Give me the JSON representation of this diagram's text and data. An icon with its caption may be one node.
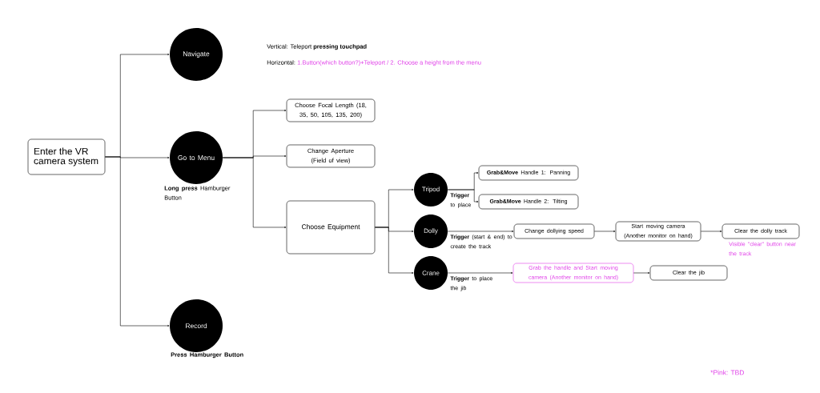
{
  "diagram": {
    "nodes": [
      {
        "text": [
          "Enter the VR camera system"
        ]
      },
      {
        "text": [
          "Navigate"
        ]
      },
      {
        "text": [
          "Go to Menu"
        ],
        "beside": [
          "**Long press** Hamburger Button"
        ]
      },
      {
        "text": [
          "Record"
        ],
        "beside": [
          "Press Hamburger Button"
        ]
      },
      {
        "text": [
          "Choose Focal Length (18, 35, 50, 105, 135, 200)"
        ]
      },
      {
        "text": [
          "Change Aperture (Field of view)"
        ]
      },
      {
        "text": [
          "Choose Equipment"
        ]
      },
      {
        "text": [
          "Tripod"
        ]
      },
      {
        "text": [
          "Dolly"
        ]
      },
      {
        "text": [
          "Crane"
        ]
      },
      {
        "text": [
          "**Grab&Move** Handle 1: Panning"
        ]
      },
      {
        "text": [
          "**Grab&Move** Handle 2: Tilting"
        ]
      },
      {
        "text": [
          "Change dollying speed"
        ]
      },
      {
        "text": [
          "Start moving camera (Another monitor on hand)"
        ]
      },
      {
        "text": [
          "Clear the dolly track"
        ],
        "beside": [
          "Visible \"clear\" button near the track"
        ]
      },
      {
        "text": [
          "Grab the handle and Start moving camera (Another monitor on hand)"
        ]
      },
      {
        "text": [
          "Clear the jib"
        ]
      }
    ],
    "edges": [
      {
        "from": 0,
        "to": 1,
        "arrow": "to"
      },
      {
        "from": 0,
        "to": 2,
        "arrow": "to"
      },
      {
        "from": 0,
        "to": 3,
        "arrow": "to"
      },
      {
        "from": 2,
        "to": 4,
        "arrow": "to"
      },
      {
        "from": 2,
        "to": 5,
        "arrow": "to"
      },
      {
        "from": 2,
        "to": 6,
        "arrow": "to"
      },
      {
        "from": 6,
        "to": 7,
        "arrow": "to"
      },
      {
        "from": 6,
        "to": 8,
        "arrow": "to"
      },
      {
        "from": 6,
        "to": 9,
        "arrow": "to"
      },
      {
        "from": 7,
        "to": 10,
        "arrow": "to",
        "label": "**Trigger** to place"
      },
      {
        "from": 7,
        "to": 11,
        "arrow": "to"
      },
      {
        "from": 8,
        "to": 12,
        "arrow": "to",
        "label": "**Trigger** (start & end) to create the track"
      },
      {
        "from": 12,
        "to": 13,
        "arrow": "to"
      },
      {
        "from": 13,
        "to": 14,
        "arrow": "to"
      },
      {
        "from": 9,
        "to": 15,
        "arrow": "to",
        "label": "**Trigger** to place the jib"
      },
      {
        "from": 15,
        "to": 16,
        "arrow": "to"
      }
    ],
    "labels": [
      "Vertical: Teleport **pressing touchpad**",
      "Horizontal:",
      "1.Button(which button?)+Teleport / 2. Choose a height from the menu",
      "*Pink: TBD"
    ]
  }
}
